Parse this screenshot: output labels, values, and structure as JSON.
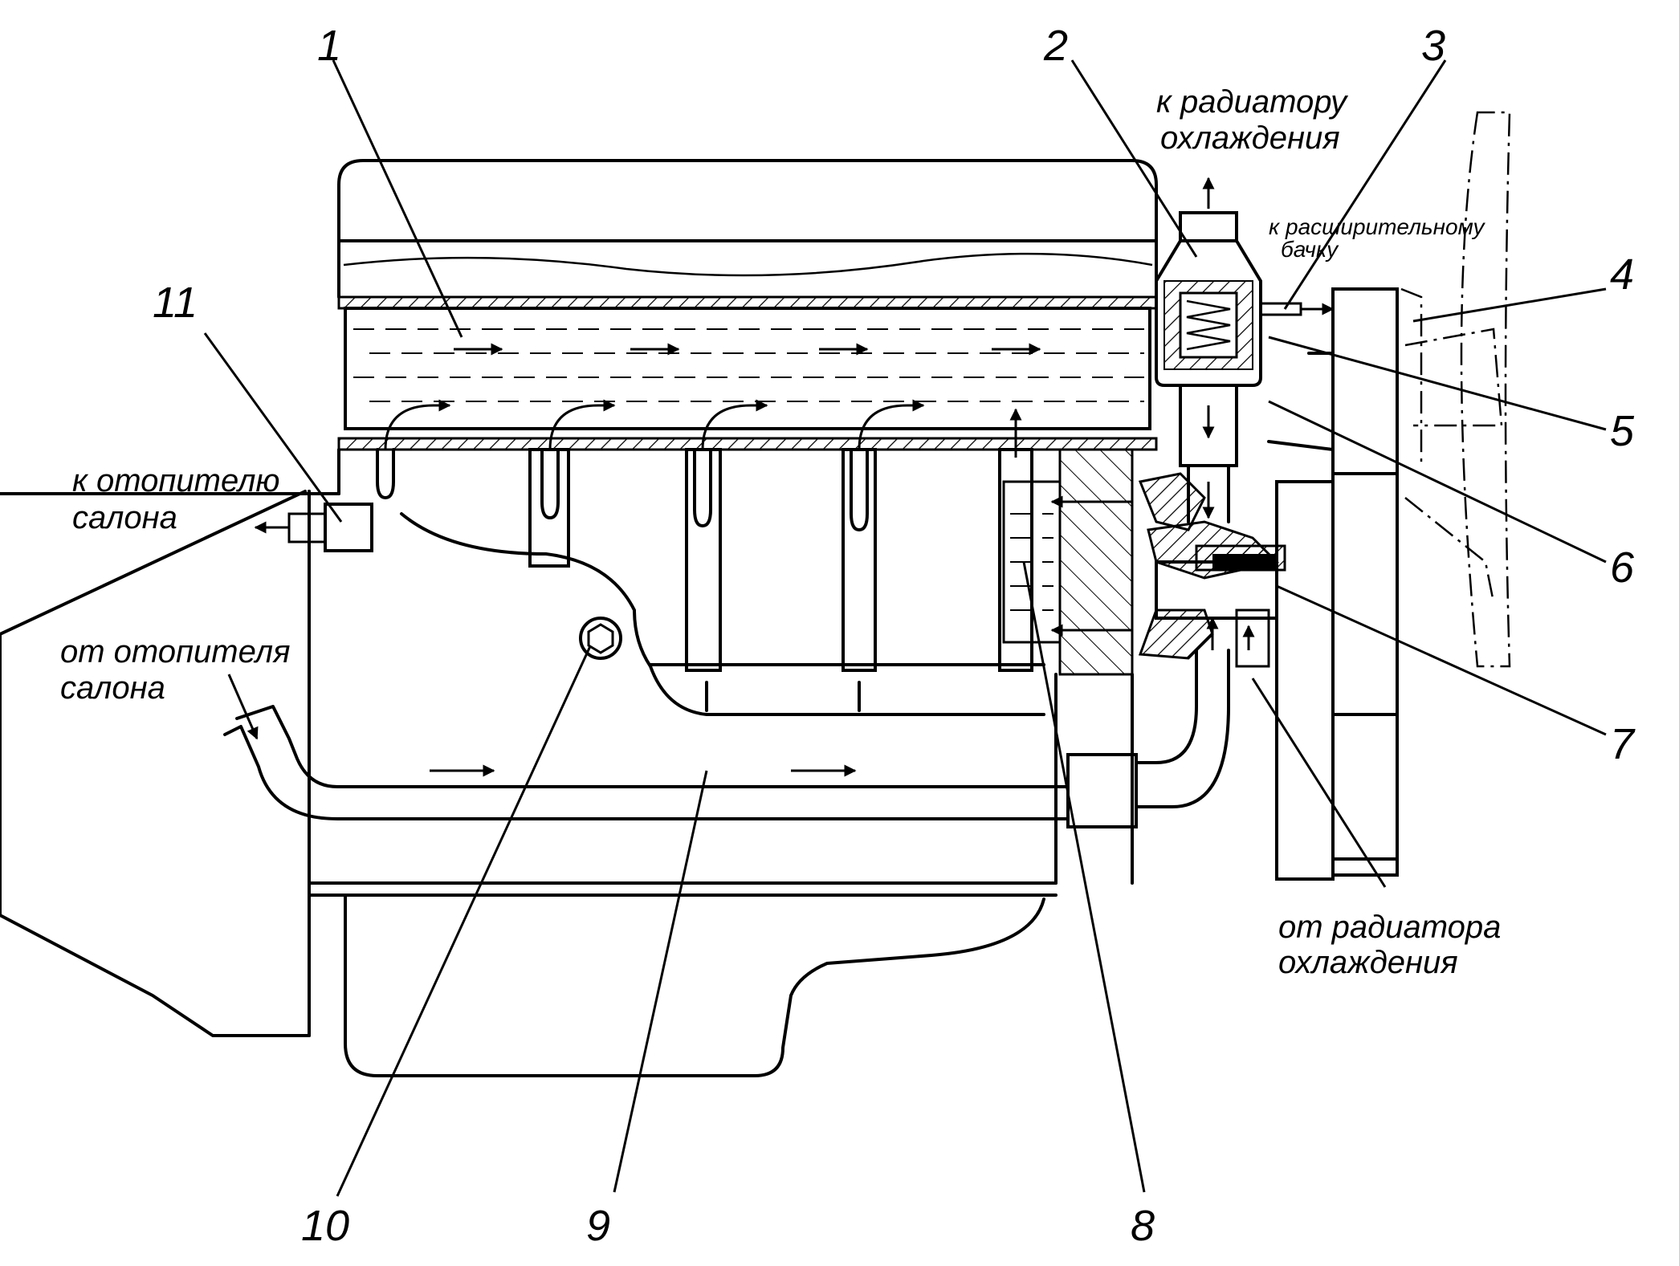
{
  "callouts": [
    {
      "id": "1",
      "label": "1"
    },
    {
      "id": "2",
      "label": "2"
    },
    {
      "id": "3",
      "label": "3"
    },
    {
      "id": "4",
      "label": "4"
    },
    {
      "id": "5",
      "label": "5"
    },
    {
      "id": "6",
      "label": "6"
    },
    {
      "id": "7",
      "label": "7"
    },
    {
      "id": "8",
      "label": "8"
    },
    {
      "id": "9",
      "label": "9"
    },
    {
      "id": "10",
      "label": "10"
    },
    {
      "id": "11",
      "label": "11"
    }
  ],
  "captions": {
    "to_radiator": [
      "к радиатору",
      "охлаждения"
    ],
    "to_expansion_tank": [
      "к расширительному",
      "бачку"
    ],
    "to_cabin_heater": [
      "к отопителю",
      "салона"
    ],
    "from_cabin_heater": [
      "от отопителя",
      "салона"
    ],
    "from_radiator": [
      "от радиатора",
      "охлаждения"
    ]
  }
}
